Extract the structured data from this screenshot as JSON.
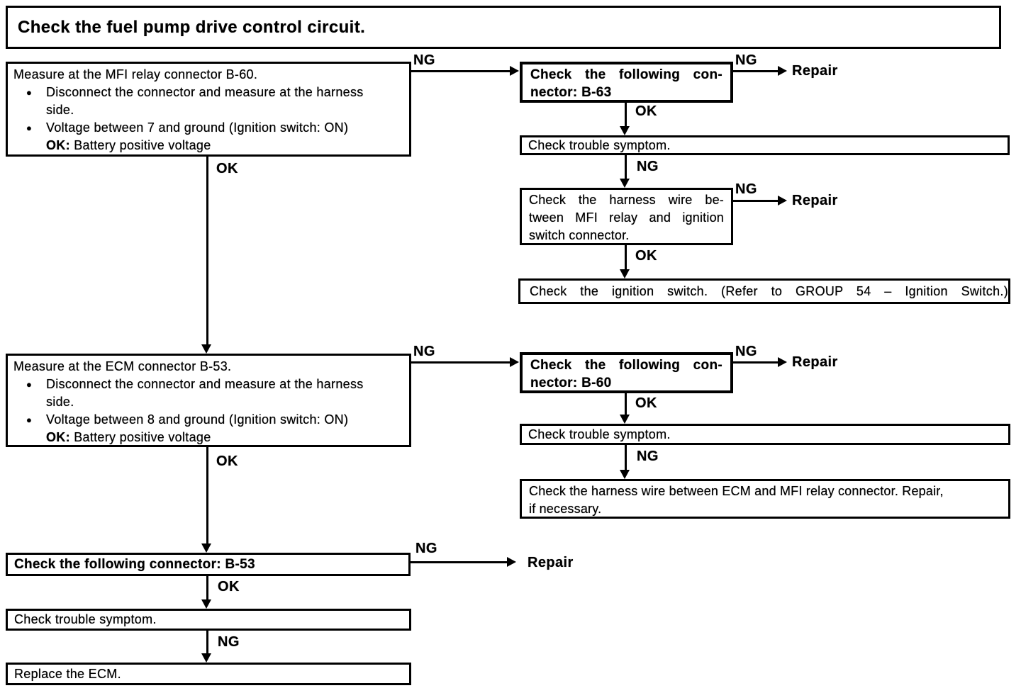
{
  "colors": {
    "ink": "#000000",
    "paper": "#ffffff"
  },
  "icons": {
    "bullet": "●"
  },
  "labels": {
    "ng": "NG",
    "ok": "OK",
    "repair": "Repair"
  },
  "header": {
    "title": "Check the fuel pump drive control circuit."
  },
  "nodes": {
    "measure_mfi": {
      "title": "Measure at the MFI relay connector B-60.",
      "bullet1_line1": "Disconnect the connector and measure at the harness",
      "bullet1_line2": "side.",
      "bullet2": "Voltage between 7 and ground (Ignition switch: ON)",
      "ok_key": "OK:",
      "ok_value": "Battery positive voltage"
    },
    "connector_b63": {
      "l1": "Check the following con-",
      "l2": "nector: B-63"
    },
    "trouble1": {
      "text": "Check trouble symptom."
    },
    "harness_mfi_ign": {
      "l1": "Check the harness wire be-",
      "l2": "tween MFI relay and ignition",
      "l3": "switch connector."
    },
    "ignition_switch": {
      "text": "Check the ignition switch. (Refer to GROUP 54 – Ignition Switch.)"
    },
    "measure_ecm": {
      "title": "Measure at the ECM connector B-53.",
      "bullet1_line1": "Disconnect the connector and measure at the harness",
      "bullet1_line2": "side.",
      "bullet2": "Voltage between 8 and ground (Ignition switch: ON)",
      "ok_key": "OK:",
      "ok_value": "Battery positive voltage"
    },
    "connector_b60": {
      "l1": "Check the following con-",
      "l2": "nector: B-60"
    },
    "trouble2": {
      "text": "Check trouble symptom."
    },
    "harness_ecm_mfi": {
      "l1": "Check the harness wire between ECM and MFI relay connector. Repair,",
      "l2": "if necessary."
    },
    "connector_b53": {
      "text": "Check the following connector: B-53"
    },
    "trouble3": {
      "text": "Check trouble symptom."
    },
    "replace_ecm": {
      "text": "Replace the ECM."
    }
  }
}
